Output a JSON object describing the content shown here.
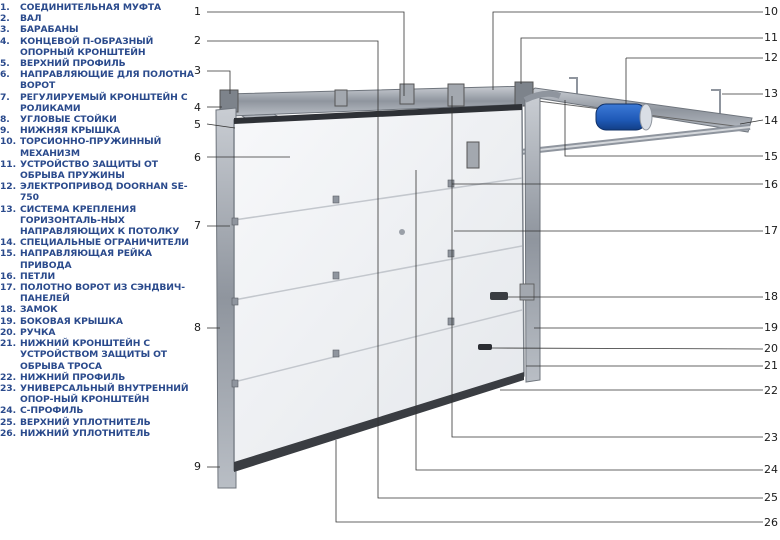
{
  "legend": [
    {
      "num": "1.",
      "text": "СОЕДИНИТЕЛЬНАЯ МУФТА",
      "lines": 1
    },
    {
      "num": "2.",
      "text": "ВАЛ",
      "lines": 1
    },
    {
      "num": "3.",
      "text": "БАРАБАНЫ",
      "lines": 1
    },
    {
      "num": "4.",
      "text": "КОНЦЕВОЙ П-ОБРАЗНЫЙ ОПОРНЫЙ КРОНШТЕЙН",
      "lines": 2
    },
    {
      "num": "5.",
      "text": "ВЕРХНИЙ ПРОФИЛЬ",
      "lines": 1
    },
    {
      "num": "6.",
      "text": "НАПРАВЛЯЮЩИЕ ДЛЯ ПОЛОТНА ВОРОТ",
      "lines": 1
    },
    {
      "num": "7.",
      "text": "РЕГУЛИРУЕМЫЙ КРОНШТЕЙН С РОЛИКАМИ",
      "lines": 1
    },
    {
      "num": "8.",
      "text": "УГЛОВЫЕ СТОЙКИ",
      "lines": 1
    },
    {
      "num": "9.",
      "text": "НИЖНЯЯ КРЫШКА",
      "lines": 1
    },
    {
      "num": "10.",
      "text": "ТОРСИОННО-ПРУЖИННЫЙ МЕХАНИЗМ",
      "lines": 1
    },
    {
      "num": "11.",
      "text": "УСТРОЙСТВО ЗАЩИТЫ ОТ ОБРЫВА ПРУЖИНЫ",
      "lines": 2
    },
    {
      "num": "12.",
      "text": "ЭЛЕКТРОПРИВОД DOORHAN SE-750",
      "lines": 1
    },
    {
      "num": "13.",
      "text": "СИСТЕМА КРЕПЛЕНИЯ ГОРИЗОНТАЛЬ-НЫХ НАПРАВЛЯЮЩИХ К ПОТОЛКУ",
      "lines": 2
    },
    {
      "num": "14.",
      "text": "СПЕЦИАЛЬНЫЕ ОГРАНИЧИТЕЛИ",
      "lines": 1
    },
    {
      "num": "15.",
      "text": "НАПРАВЛЯЮЩАЯ РЕЙКА ПРИВОДА",
      "lines": 1
    },
    {
      "num": "16.",
      "text": "ПЕТЛИ",
      "lines": 1
    },
    {
      "num": "17.",
      "text": "ПОЛОТНО ВОРОТ ИЗ СЭНДВИЧ-ПАНЕЛЕЙ",
      "lines": 1
    },
    {
      "num": "18.",
      "text": "ЗАМОК",
      "lines": 1
    },
    {
      "num": "19.",
      "text": "БОКОВАЯ КРЫШКА",
      "lines": 1
    },
    {
      "num": "20.",
      "text": "РУЧКА",
      "lines": 1
    },
    {
      "num": "21.",
      "text": "НИЖНИЙ КРОНШТЕЙН С УСТРОЙСТВОМ ЗАЩИТЫ ОТ ОБРЫВА ТРОСА",
      "lines": 2
    },
    {
      "num": "22.",
      "text": "НИЖНИЙ ПРОФИЛЬ",
      "lines": 1
    },
    {
      "num": "23.",
      "text": "УНИВЕРСАЛЬНЫЙ ВНУТРЕННИЙ ОПОР-НЫЙ КРОНШТЕЙН",
      "lines": 2
    },
    {
      "num": "24.",
      "text": "С-ПРОФИЛЬ",
      "lines": 1
    },
    {
      "num": "25.",
      "text": "ВЕРХНИЙ УПЛОТНИТЕЛЬ",
      "lines": 1
    },
    {
      "num": "26.",
      "text": "НИЖНИЙ УПЛОТНИТЕЛЬ",
      "lines": 1
    }
  ],
  "callouts": {
    "left": [
      "1",
      "2",
      "3",
      "4",
      "5",
      "6",
      "7",
      "8",
      "9"
    ],
    "right": [
      "10",
      "11",
      "12",
      "13",
      "14",
      "15",
      "16",
      "17",
      "18",
      "19",
      "20",
      "21",
      "22",
      "23",
      "24",
      "25",
      "26"
    ]
  },
  "colors": {
    "legend_text": "#2a4a8c",
    "callout_text": "#1a1a1a",
    "frame_metal": "#9aa0a8",
    "panel_white": "#f4f5f7",
    "motor_blue": "#1f5ab8",
    "leader_line": "#333333"
  },
  "icons": {
    "motor": "motor-icon",
    "lock": "lock-icon",
    "handle": "handle-icon",
    "hinge": "hinge-icon"
  }
}
